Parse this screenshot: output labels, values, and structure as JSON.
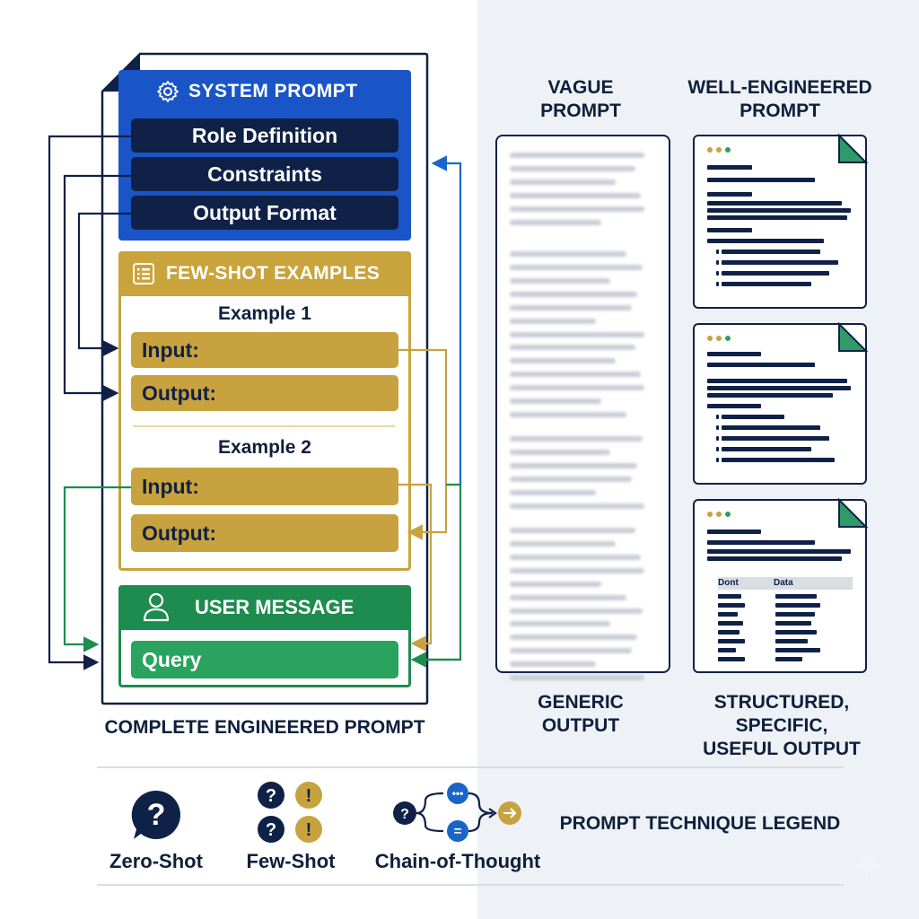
{
  "system_prompt": {
    "title": "SYSTEM PROMPT",
    "items": [
      "Role Definition",
      "Constraints",
      "Output Format"
    ]
  },
  "few_shot": {
    "title": "FEW-SHOT EXAMPLES",
    "examples": [
      {
        "label": "Example 1",
        "input": "Input:",
        "output": "Output:"
      },
      {
        "label": "Example 2",
        "input": "Input:",
        "output": "Output:"
      }
    ]
  },
  "user_message": {
    "title": "USER MESSAGE",
    "query": "Query"
  },
  "left_caption": "COMPLETE ENGINEERED PROMPT",
  "vague": {
    "heading_line1": "VAGUE",
    "heading_line2": "PROMPT",
    "caption_line1": "GENERIC",
    "caption_line2": "OUTPUT"
  },
  "well": {
    "heading_line1": "WELL-ENGINEERED",
    "heading_line2": "PROMPT",
    "caption_line1": "STRUCTURED, SPECIFIC,",
    "caption_line2": "USEFUL OUTPUT",
    "table_headers": [
      "Dont",
      "Data"
    ]
  },
  "legend": {
    "title": "PROMPT TECHNIQUE LEGEND",
    "items": [
      "Zero-Shot",
      "Few-Shot",
      "Chain-of-Thought"
    ]
  },
  "colors": {
    "navy": "#0f2147",
    "system_blue": "#1a55c8",
    "gold": "#c7a23f",
    "green": "#1e8c4e",
    "arrow_blue": "#1a66c8"
  }
}
